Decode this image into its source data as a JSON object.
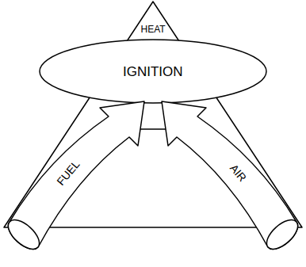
{
  "diagram": {
    "nodes": [
      {
        "text": [
          "HEAT"
        ]
      },
      {
        "text": [
          "IGNITION"
        ]
      },
      {
        "text": [
          "FUEL"
        ]
      },
      {
        "text": [
          "AIR"
        ]
      }
    ]
  }
}
